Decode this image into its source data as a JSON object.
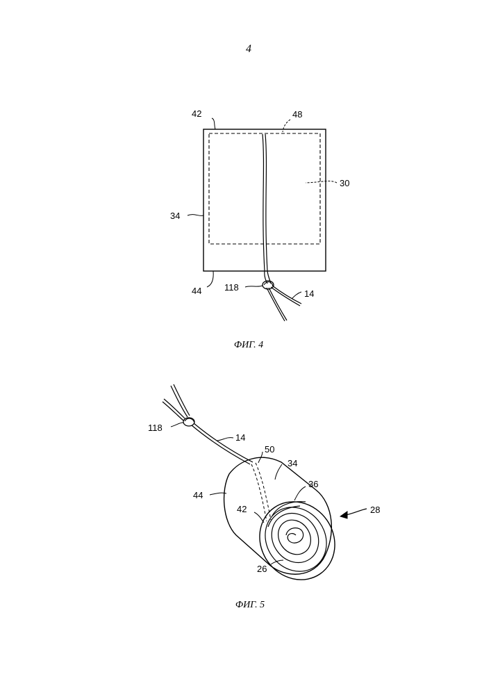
{
  "page": {
    "number": "4"
  },
  "figure4": {
    "caption": "ФИГ. 4",
    "labels": {
      "l42": "42",
      "l48": "48",
      "l30": "30",
      "l34": "34",
      "l44": "44",
      "l118": "118",
      "l14": "14"
    }
  },
  "figure5": {
    "caption": "ФИГ. 5",
    "labels": {
      "l118": "118",
      "l14": "14",
      "l50": "50",
      "l34": "34",
      "l44": "44",
      "l36": "36",
      "l42": "42",
      "l28": "28",
      "l26": "26"
    }
  }
}
